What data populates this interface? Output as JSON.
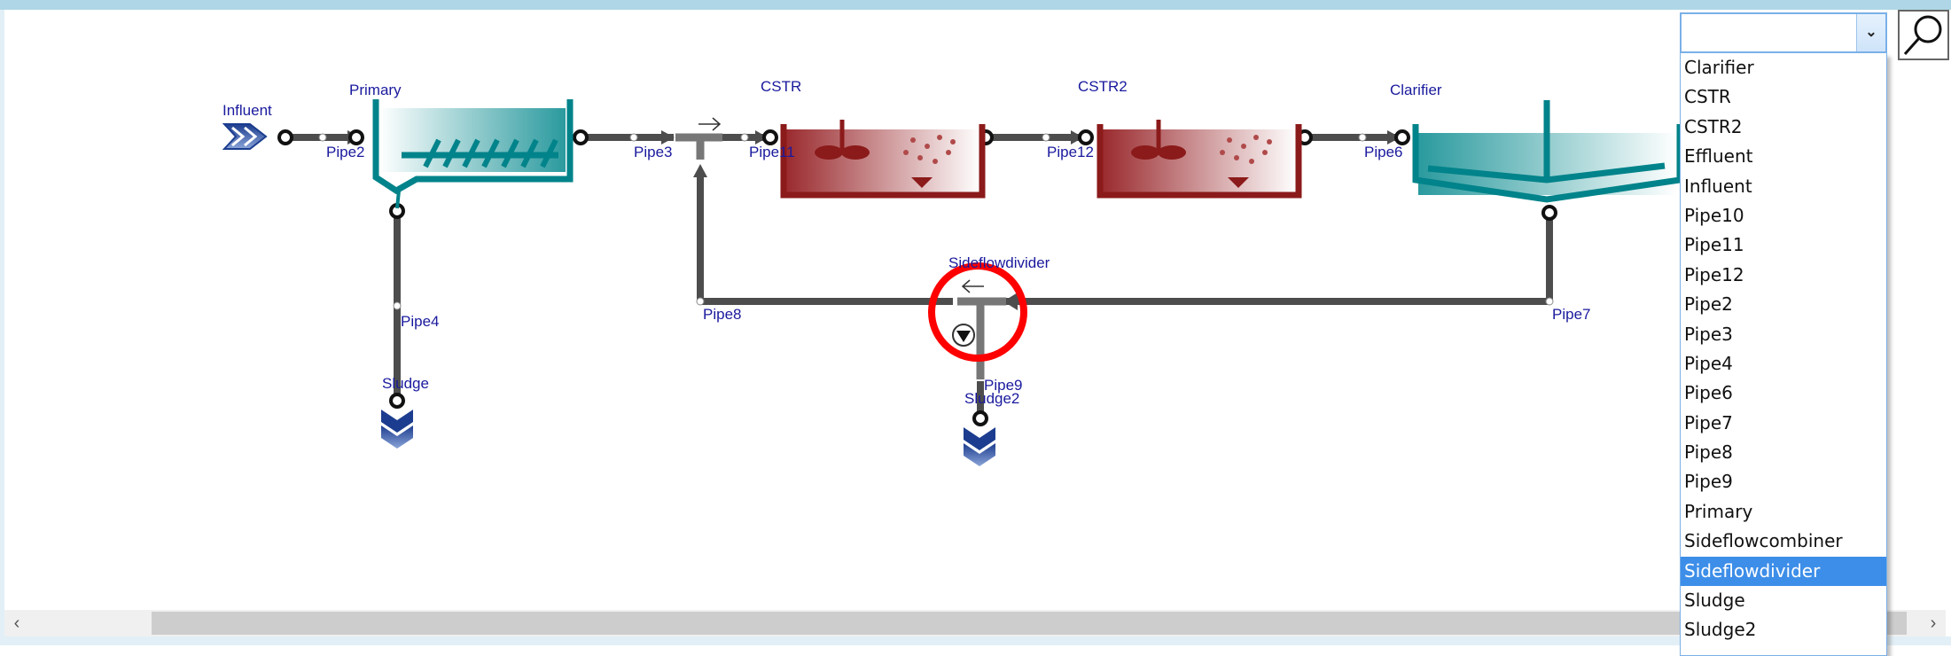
{
  "diagram": {
    "units": {
      "influent": "Influent",
      "primary": "Primary",
      "cstr": "CSTR",
      "cstr2": "CSTR2",
      "clarifier": "Clarifier",
      "sludge": "Sludge",
      "sludge2": "Sludge2",
      "sideflowdivider": "Sideflowdivider"
    },
    "pipes": {
      "pipe2": "Pipe2",
      "pipe3": "Pipe3",
      "pipe4": "Pipe4",
      "pipe6": "Pipe6",
      "pipe7": "Pipe7",
      "pipe8": "Pipe8",
      "pipe9": "Pipe9",
      "pipe11": "Pipe11",
      "pipe12": "Pipe12"
    },
    "colors": {
      "teal": "#00838a",
      "red": "#8b1a1a",
      "pipe": "#4d4d4d",
      "label": "#1a1a9e",
      "highlight": "#ff0000"
    }
  },
  "selector": {
    "value": "",
    "search_icon": "magnifier-icon",
    "options": [
      "Clarifier",
      "CSTR",
      "CSTR2",
      "Effluent",
      "Influent",
      "Pipe10",
      "Pipe11",
      "Pipe12",
      "Pipe2",
      "Pipe3",
      "Pipe4",
      "Pipe6",
      "Pipe7",
      "Pipe8",
      "Pipe9",
      "Primary",
      "Sideflowcombiner",
      "Sideflowdivider",
      "Sludge",
      "Sludge2"
    ],
    "selected": "Sideflowdivider"
  }
}
